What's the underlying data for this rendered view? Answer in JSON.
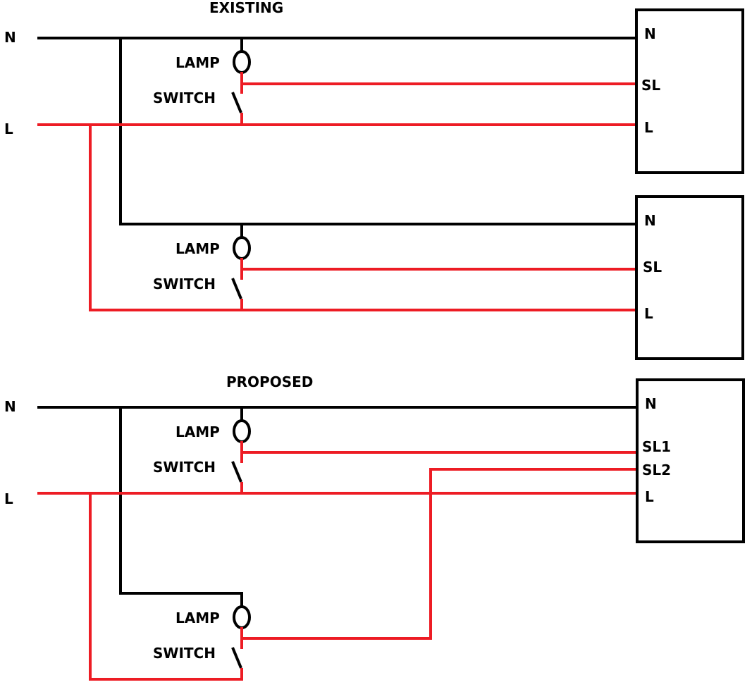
{
  "colors": {
    "neutral_wire": "#000000",
    "live_wire": "#ED1C24",
    "background": "#ffffff"
  },
  "sections": [
    {
      "title": "EXISTING",
      "rails": {
        "neutral": "N",
        "live": "L"
      },
      "circuits": [
        {
          "lamp_label": "LAMP",
          "switch_label": "SWITCH"
        },
        {
          "lamp_label": "LAMP",
          "switch_label": "SWITCH"
        }
      ],
      "units": [
        {
          "terminals": [
            "N",
            "SL",
            "L"
          ]
        },
        {
          "terminals": [
            "N",
            "SL",
            "L"
          ]
        }
      ]
    },
    {
      "title": "PROPOSED",
      "rails": {
        "neutral": "N",
        "live": "L"
      },
      "circuits": [
        {
          "lamp_label": "LAMP",
          "switch_label": "SWITCH"
        },
        {
          "lamp_label": "LAMP",
          "switch_label": "SWITCH"
        }
      ],
      "units": [
        {
          "terminals": [
            "N",
            "SL1",
            "SL2",
            "L"
          ]
        }
      ]
    }
  ]
}
